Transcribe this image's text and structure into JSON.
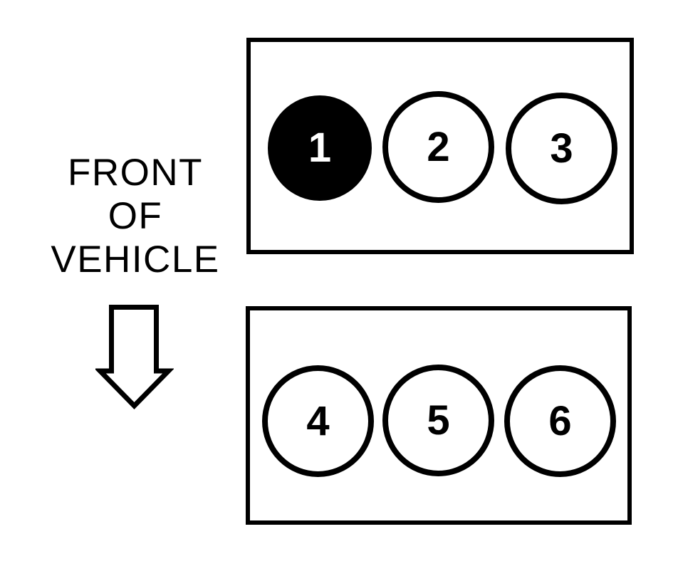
{
  "diagram": {
    "orientation_label": {
      "lines": [
        "FRONT",
        "OF",
        "VEHICLE"
      ]
    },
    "icons": {
      "front_direction_arrow": "down-arrow"
    },
    "colors": {
      "ink": "#000000",
      "paper": "#ffffff",
      "highlight_fill": "#000000",
      "highlight_text": "#ffffff"
    },
    "banks": [
      {
        "id": "top-bank",
        "cylinders": [
          {
            "number": "1",
            "filled": true
          },
          {
            "number": "2",
            "filled": false
          },
          {
            "number": "3",
            "filled": false
          }
        ]
      },
      {
        "id": "bottom-bank",
        "cylinders": [
          {
            "number": "4",
            "filled": false
          },
          {
            "number": "5",
            "filled": false
          },
          {
            "number": "6",
            "filled": false
          }
        ]
      }
    ]
  }
}
